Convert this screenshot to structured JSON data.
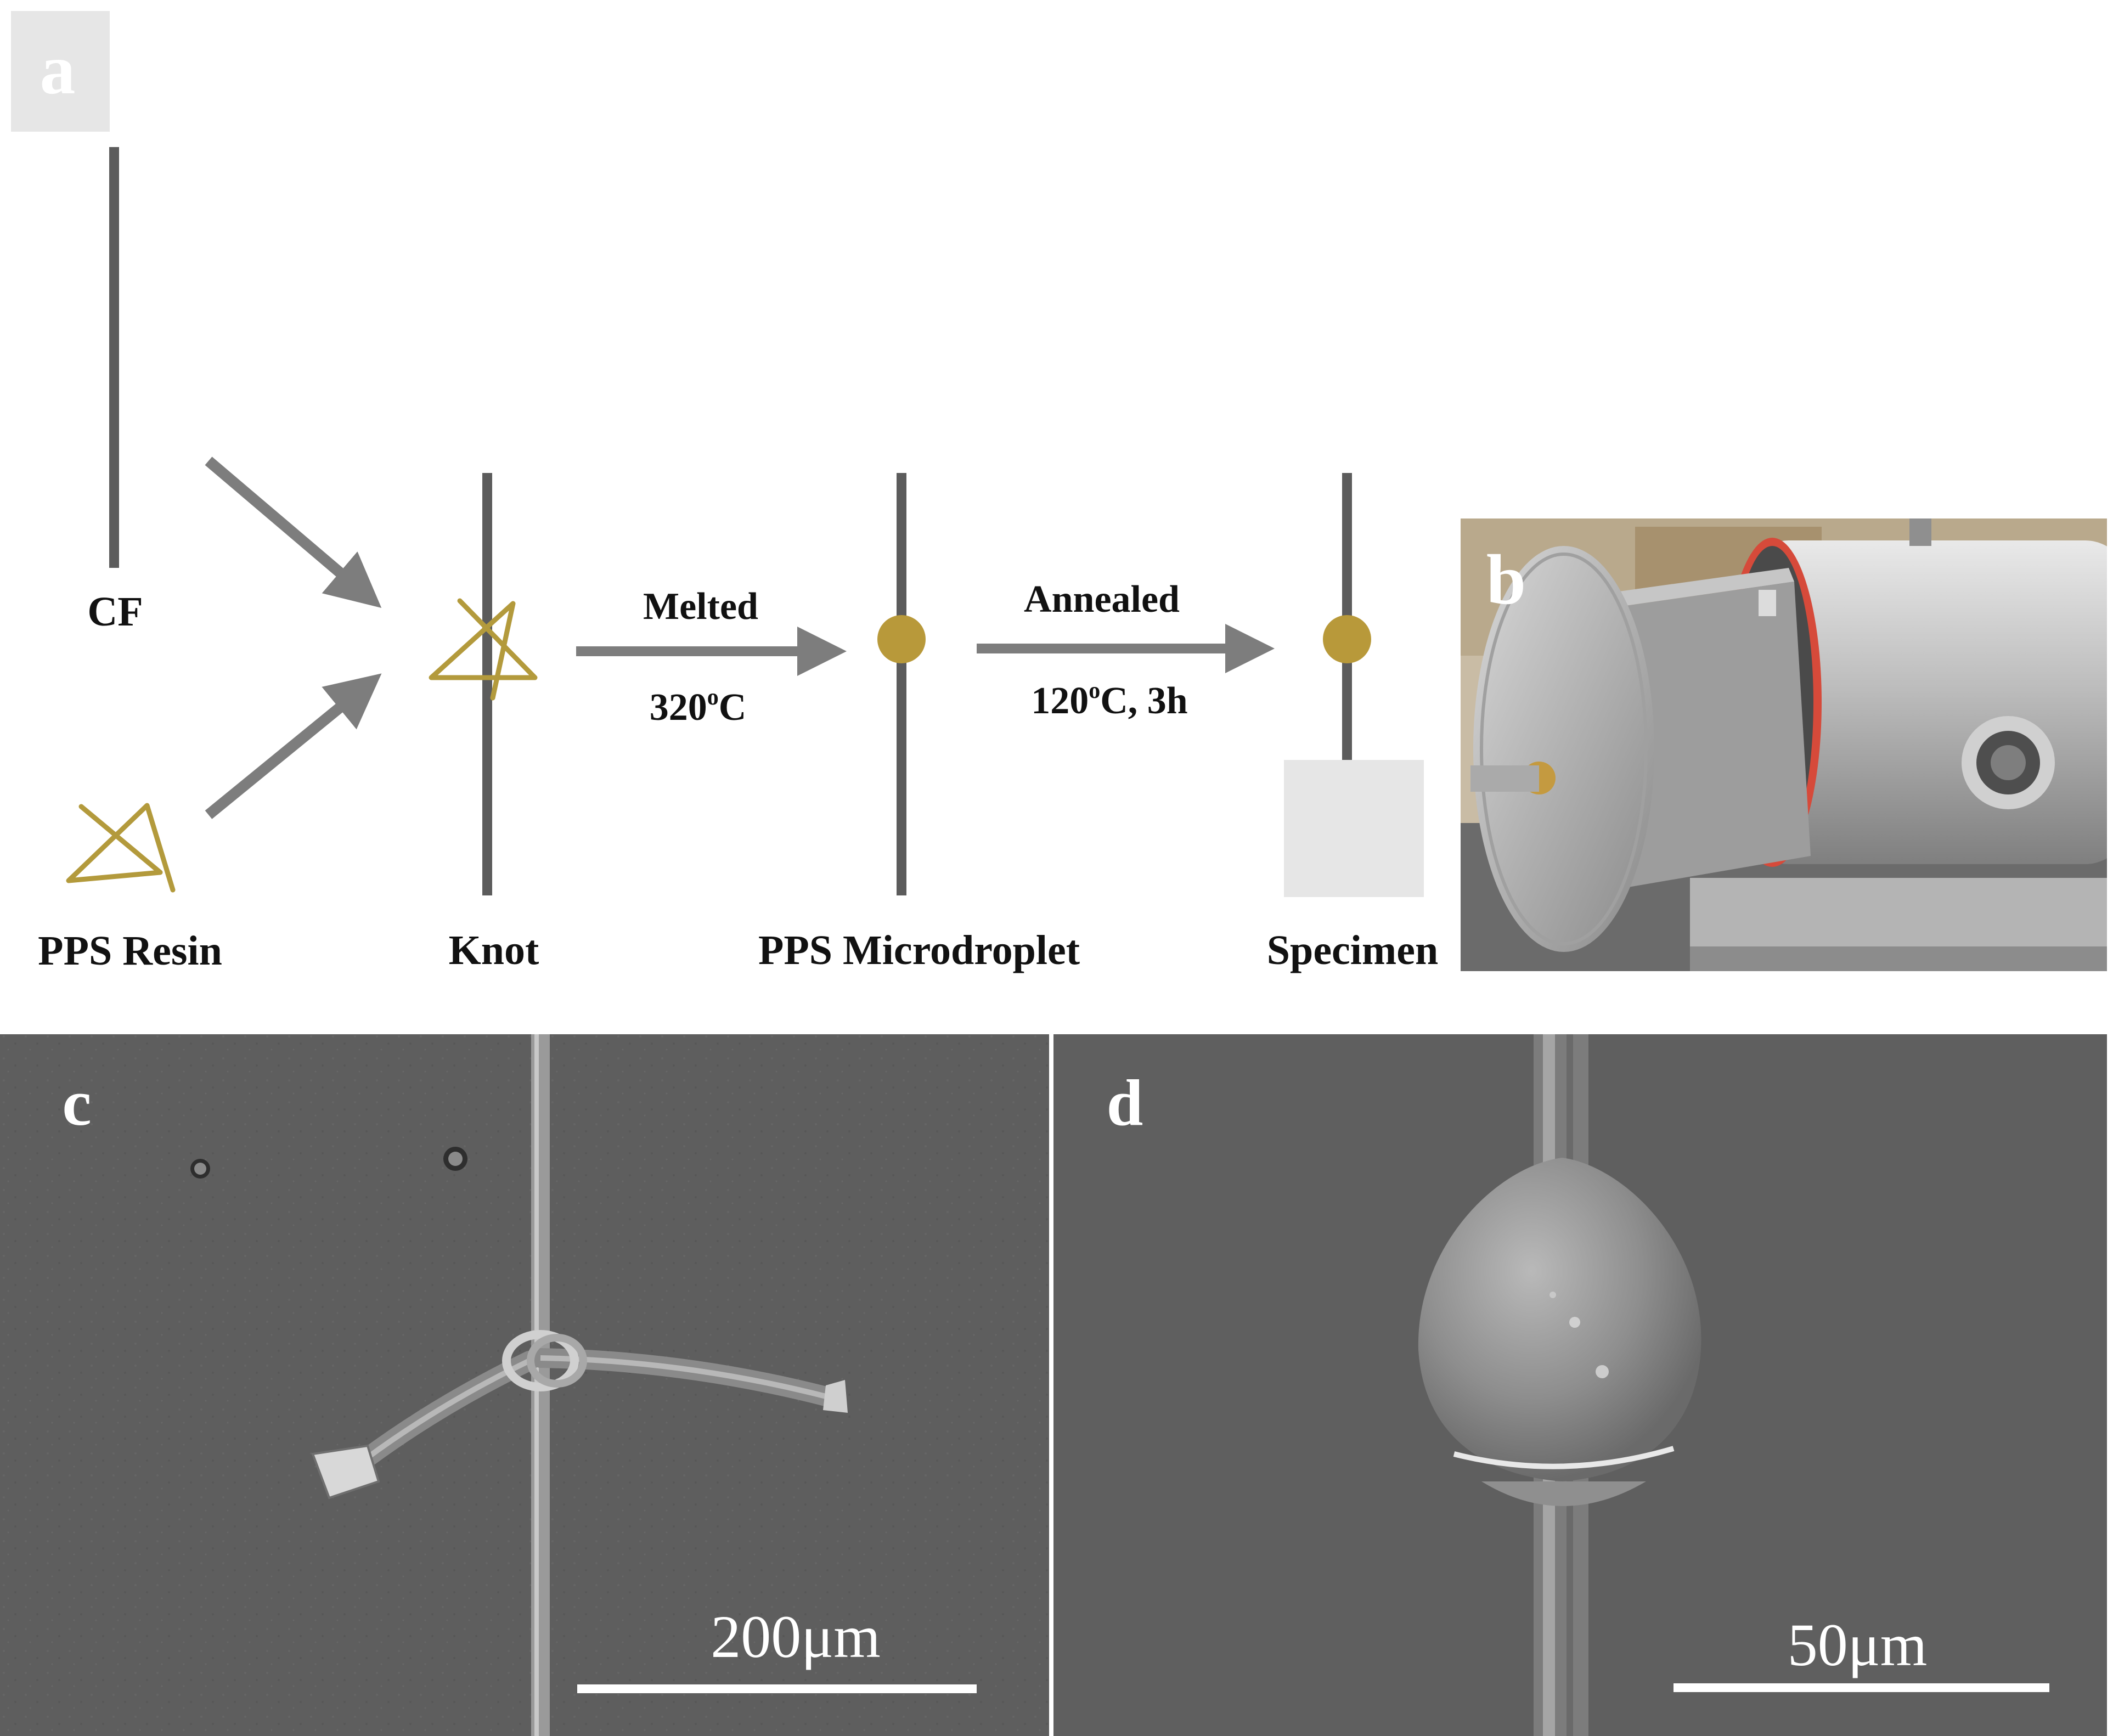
{
  "panels": {
    "a": "a",
    "b": "b",
    "c": "c",
    "d": "d"
  },
  "schematic": {
    "labels": {
      "cf": "CF",
      "pps_resin": "PPS Resin",
      "knot": "Knot",
      "pps_microdroplet": "PPS Microdroplet",
      "specimen": "Specimen"
    },
    "step1": {
      "top": "Melted",
      "bottom_base": "320",
      "bottom_sup": "o",
      "bottom_rest": "C"
    },
    "step2": {
      "top": "Annealed",
      "bottom_base": "120",
      "bottom_sup": "o",
      "bottom_rest": "C, 3h"
    }
  },
  "scale_bars": {
    "c": "200μm",
    "d": "50μm"
  },
  "colors": {
    "fiber": "#5c5c5c",
    "arrow": "#7d7d7d",
    "resin": "#b39a3c",
    "droplet": "#b8993a",
    "panel_label_box": "#e6e6e6",
    "sem_background": "#5f5f5f"
  },
  "icons": {
    "apparatus_photo": "vacuum-chamber-photo",
    "sem_knot": "sem-knot-image",
    "sem_droplet": "sem-droplet-image"
  }
}
